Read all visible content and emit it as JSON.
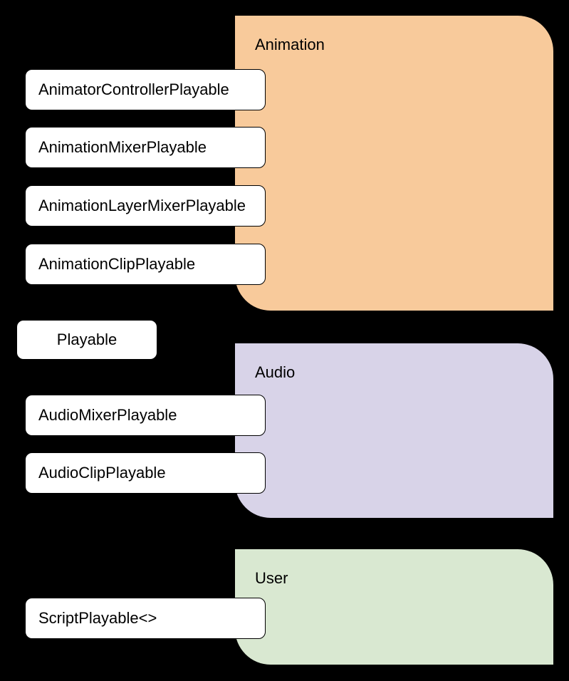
{
  "diagram": {
    "canvas_background": "#000000",
    "connector_color": "#000000",
    "node_fill": "#ffffff",
    "node_border": "#000000",
    "root": {
      "label": "Playable"
    },
    "groups": [
      {
        "title": "Animation",
        "color": "#F8CA9B",
        "children": [
          "AnimatorControllerPlayable",
          "AnimationMixerPlayable",
          "AnimationLayerMixerPlayable",
          "AnimationClipPlayable"
        ]
      },
      {
        "title": "Audio",
        "color": "#D8D3E8",
        "children": [
          "AudioMixerPlayable",
          "AudioClipPlayable"
        ]
      },
      {
        "title": "User",
        "color": "#D9E8D1",
        "children": [
          "ScriptPlayable<>"
        ]
      }
    ]
  }
}
